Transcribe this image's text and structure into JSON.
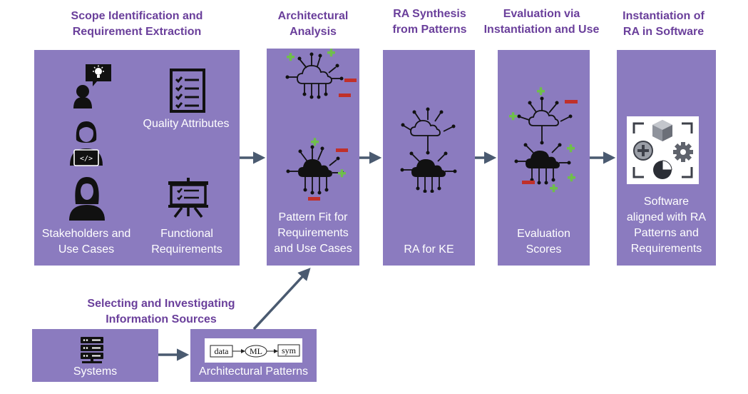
{
  "stages": {
    "scope": {
      "heading_line1": "Scope Identification and",
      "heading_line2": "Requirement Extraction",
      "quality_attributes": "Quality Attributes",
      "stakeholders_line1": "Stakeholders and",
      "stakeholders_line2": "Use Cases",
      "functional_line1": "Functional",
      "functional_line2": "Requirements"
    },
    "architectural": {
      "heading_line1": "Architectural",
      "heading_line2": "Analysis",
      "label_line1": "Pattern Fit for",
      "label_line2": "Requirements",
      "label_line3": "and Use Cases"
    },
    "synthesis": {
      "heading_line1": "RA Synthesis",
      "heading_line2": "from Patterns",
      "label": "RA for KE"
    },
    "evaluation": {
      "heading_line1": "Evaluation via",
      "heading_line2": "Instantiation and Use",
      "label_line1": "Evaluation",
      "label_line2": "Scores"
    },
    "instantiation": {
      "heading_line1": "Instantiation of",
      "heading_line2": "RA in Software",
      "label_line1": "Software",
      "label_line2": "aligned with RA",
      "label_line3": "Patterns and",
      "label_line4": "Requirements"
    }
  },
  "sources": {
    "heading_line1": "Selecting and Investigating",
    "heading_line2": "Information Sources",
    "systems_label": "Systems",
    "patterns_label": "Architectural Patterns",
    "pattern_nodes": [
      "data",
      "ML",
      "sym"
    ]
  },
  "colors": {
    "box": "#8b7bbf",
    "heading": "#6a3f9b",
    "arrow": "#4a5a70",
    "plus": "#6fbf4a",
    "minus": "#c0302a"
  }
}
